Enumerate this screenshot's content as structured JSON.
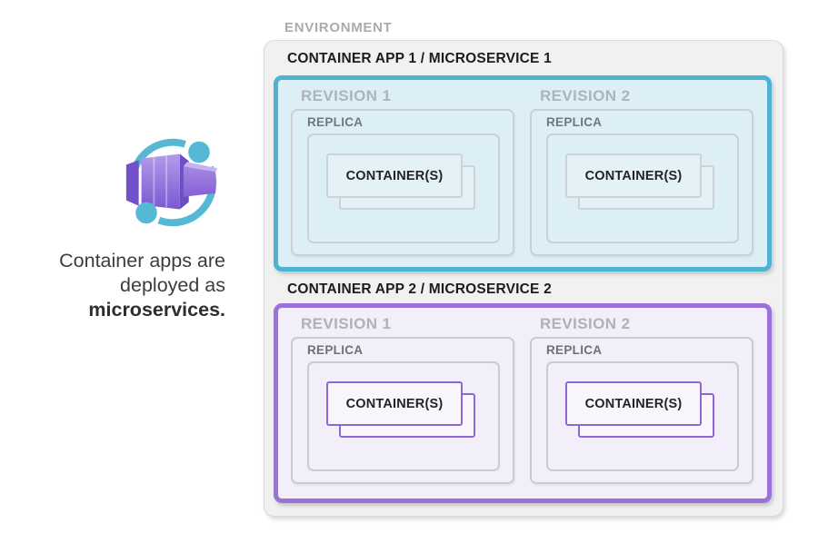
{
  "caption": {
    "line1": "Container apps are",
    "line2": "deployed as",
    "line3_bold": "microservices."
  },
  "icon": {
    "name": "azure-container-apps",
    "orbit_color": "#55B8D4",
    "dot_color": "#55B8D4",
    "box_color_light": "#AE97E6",
    "box_color_dark": "#7C5AD1"
  },
  "environment": {
    "label": "ENVIRONMENT",
    "apps": [
      {
        "title": "CONTAINER APP 1 / MICROSERVICE 1",
        "accent": "#4CB4D1",
        "fill": "#DDEFF6",
        "revisions": [
          {
            "label": "REVISION 1",
            "replica_label": "REPLICA",
            "container_label": "CONTAINER(S)"
          },
          {
            "label": "REVISION 2",
            "replica_label": "REPLICA",
            "container_label": "CONTAINER(S)"
          }
        ]
      },
      {
        "title": "CONTAINER APP 2 / MICROSERVICE 2",
        "accent": "#9B72DC",
        "fill": "#F2EEFA",
        "revisions": [
          {
            "label": "REVISION 1",
            "replica_label": "REPLICA",
            "container_label": "CONTAINER(S)"
          },
          {
            "label": "REVISION 2",
            "replica_label": "REPLICA",
            "container_label": "CONTAINER(S)"
          }
        ]
      }
    ]
  }
}
